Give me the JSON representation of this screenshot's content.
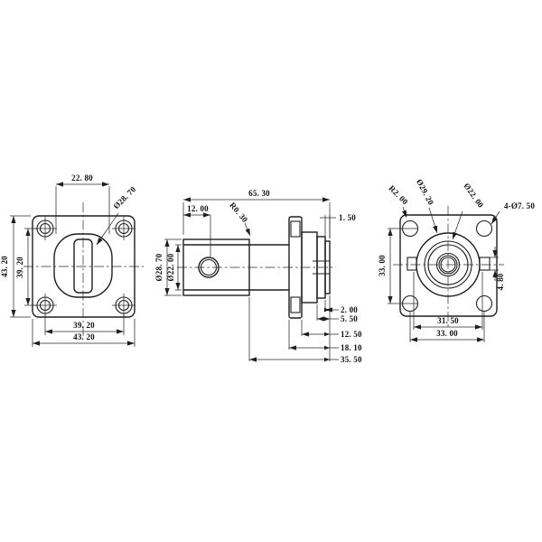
{
  "front_view": {
    "flat_width": "22. 80",
    "boss_diameter": "Ø28. 70",
    "overall_height": "43. 20",
    "hole_spacing_vertical": "39. 20",
    "hole_spacing_horizontal": "39. 20",
    "overall_width": "43. 20"
  },
  "side_view": {
    "overall_length": "65. 30",
    "port_offset": "12. 00",
    "fillet_radius": "R0. 30",
    "body_diameter": "Ø28. 70",
    "neck_diameter": "Ø22. 00",
    "end_cap_thickness": "1. 50",
    "step_a": "2. 00",
    "step_b": "5. 50",
    "step_c": "12. 50",
    "step_d": "18. 10",
    "step_e": "35. 50"
  },
  "back_view": {
    "corner_radius": "R2. 00",
    "boss_diameter": "Ø29. 20",
    "groove_diameter": "Ø22. 00",
    "bolt_holes": "4-Ø7. 50",
    "hole_spacing_vertical": "33. 00",
    "tab_width": "4. 80",
    "tab_span": "31. 50",
    "hole_spacing_horizontal": "33. 00"
  }
}
